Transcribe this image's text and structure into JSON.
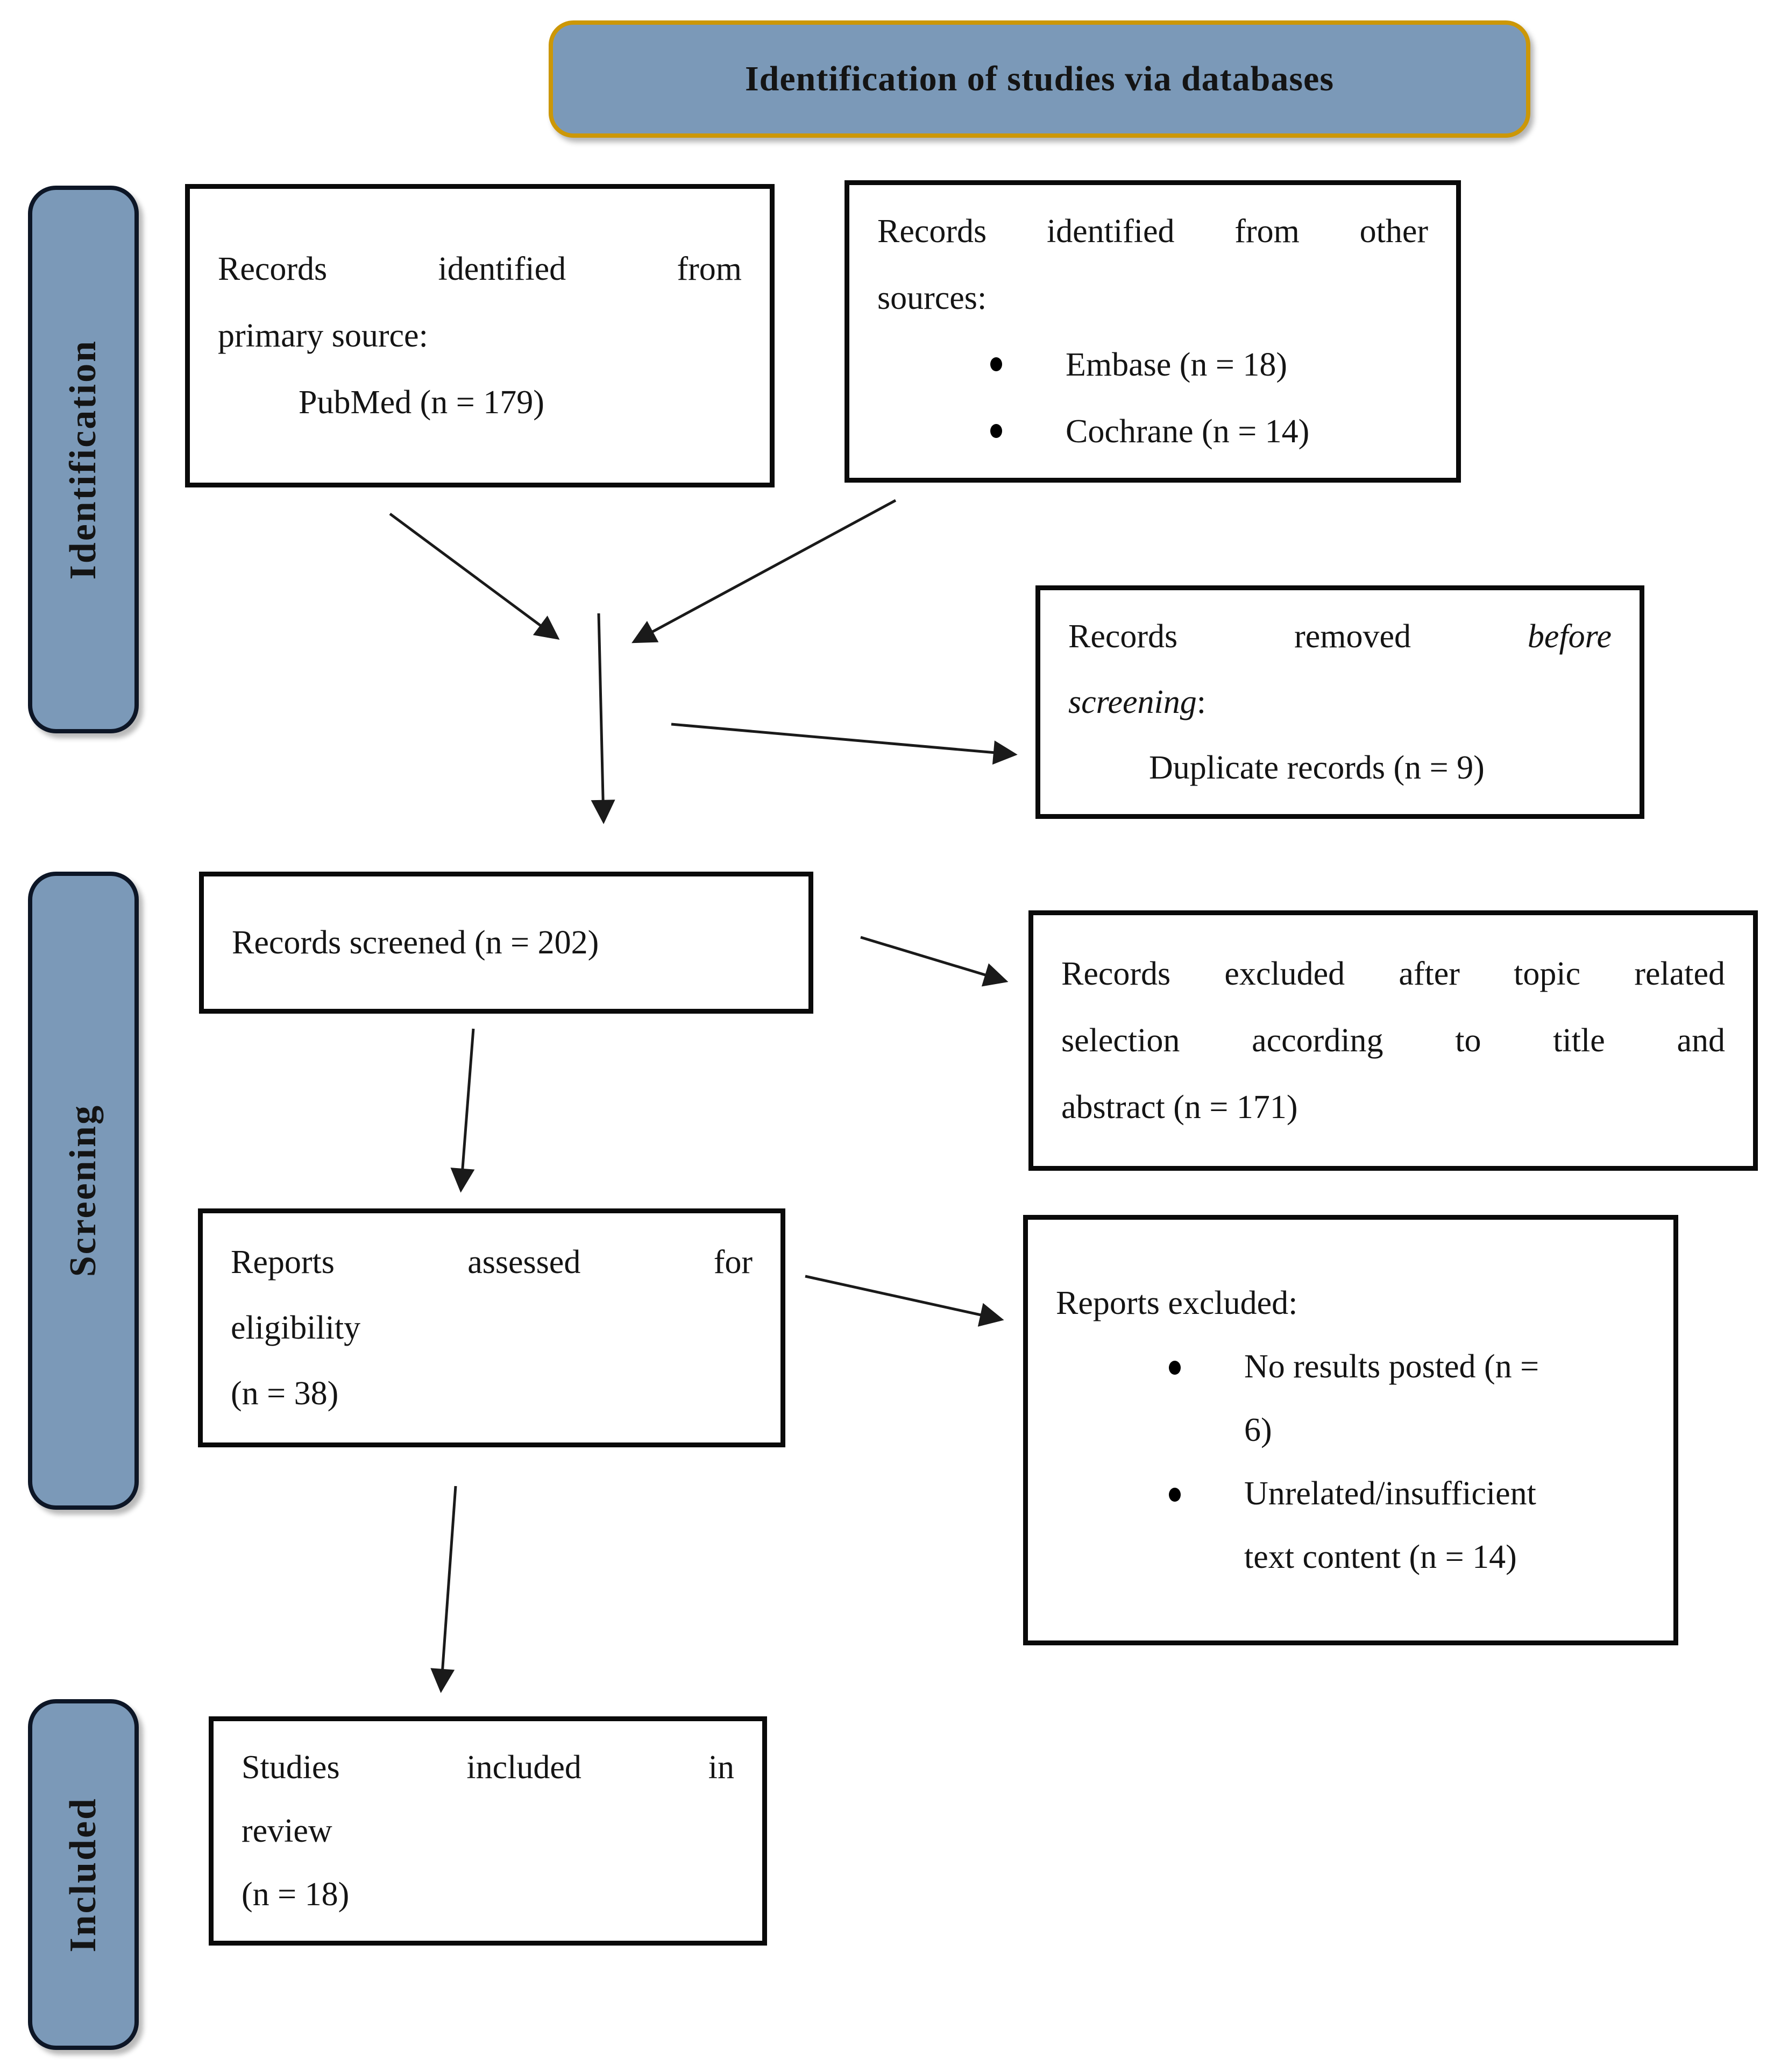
{
  "header": {
    "label": "Identification of studies via databases"
  },
  "stages": [
    {
      "label": "Identification"
    },
    {
      "label": "Screening"
    },
    {
      "label": "Included"
    }
  ],
  "boxes": {
    "primary": {
      "line1": "Records identified from",
      "line2": "primary source:",
      "indent": "PubMed (n = 179)"
    },
    "other": {
      "line1": "Records identified from other",
      "line2": "sources:",
      "bullets": [
        "Embase (n = 18)",
        "Cochrane (n = 14)"
      ]
    },
    "removed": {
      "part1": "Records removed",
      "italic1": "before",
      "italic2": "screening",
      "colon": ":",
      "indent": "Duplicate records (n = 9)"
    },
    "screened": {
      "label": "Records screened (n = 202)"
    },
    "excluded_title_abstract": {
      "lines": [
        "Records excluded after topic related",
        "selection according to title and",
        "abstract (n = 171)"
      ]
    },
    "assessed": {
      "lines": [
        "Reports assessed for",
        "eligibility",
        "(n = 38)"
      ]
    },
    "reports_excluded": {
      "title": "Reports excluded:",
      "bullets": [
        {
          "lines": [
            "No results posted (n =",
            "6)"
          ]
        },
        {
          "lines": [
            "Unrelated/insufficient",
            "text content (n = 14)"
          ]
        }
      ]
    },
    "included_review": {
      "lines": [
        "Studies included in",
        "review",
        "(n = 18)"
      ]
    }
  },
  "colors": {
    "panel-fill": "#7b99b8",
    "gold": "#cc9707",
    "stage-border": "#0d1626",
    "box-border": "#0a0a0a",
    "ink": "#141414",
    "arrow": "#1a1a1a"
  }
}
